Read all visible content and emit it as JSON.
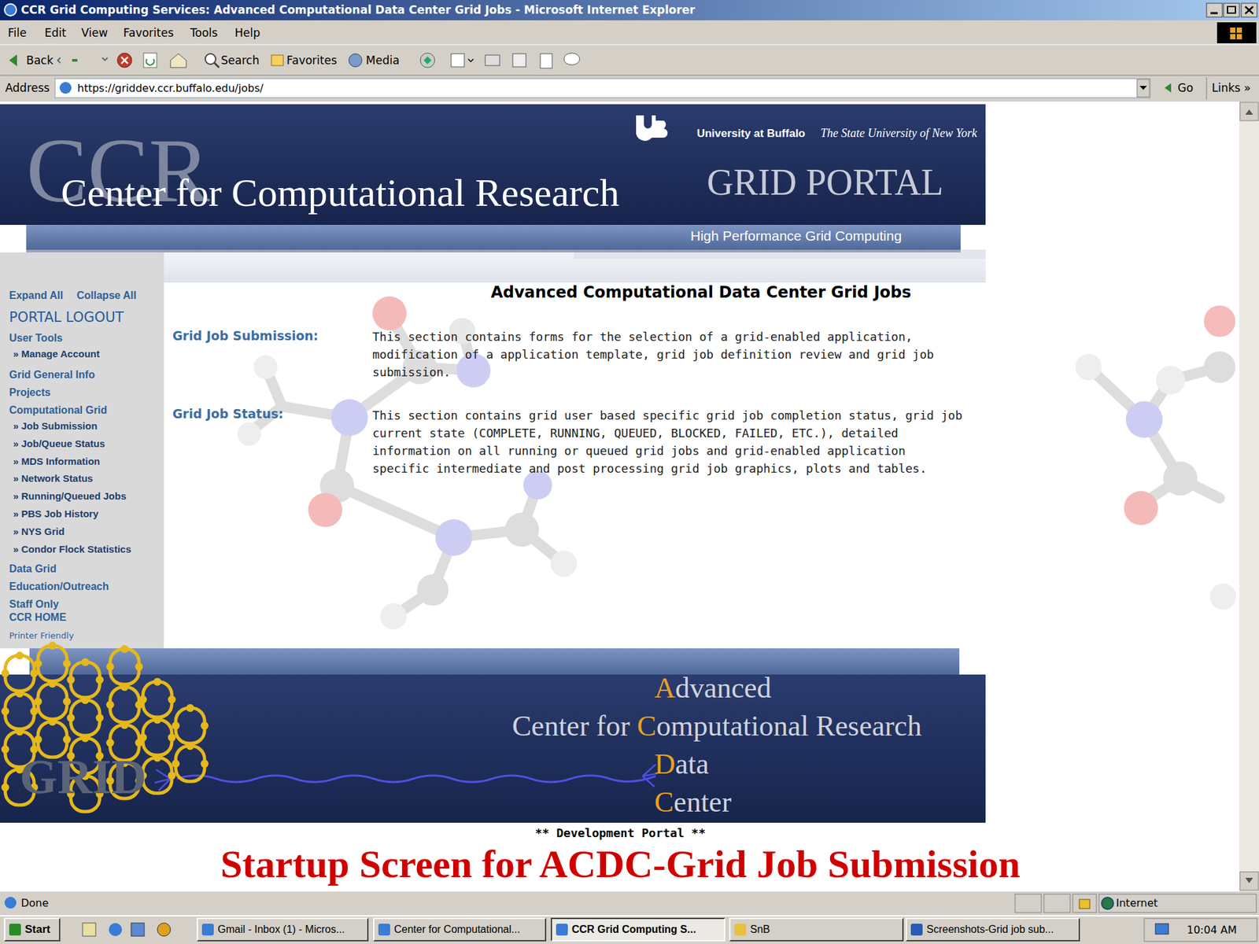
{
  "diagram": {
    "title": "CCR Grid Computing Services: Advanced Computational Data Center Grid Jobs - Microsoft Internet Explorer",
    "caption": "Startup Screen for ACDC-Grid Job Submission",
    "nodes": [
      {
        "text": [
          "Start"
        ]
      },
      {
        "text": [
          "Gmail - Inbox (1) - Micros..."
        ]
      },
      {
        "text": [
          "Center for Computational..."
        ]
      },
      {
        "text": [
          "CCR Grid Computing S..."
        ]
      },
      {
        "text": [
          "SnB"
        ]
      },
      {
        "text": [
          "Screenshots-Grid job sub..."
        ]
      }
    ],
    "labels": [
      "File",
      "Edit",
      "View",
      "Favorites",
      "Tools",
      "Help",
      "Back",
      "Search",
      "Favorites",
      "Media",
      "Address",
      "https://griddev.ccr.buffalo.edu/jobs/",
      "Go",
      "Links »",
      "University at Buffalo",
      "The State University of New York",
      "CCR",
      "Center for Computational Research",
      "GRID PORTAL",
      "High Performance Grid Computing",
      "Expand All",
      "Collapse All",
      "PORTAL LOGOUT",
      "User Tools",
      "» Manage Account",
      "Grid General Info",
      "Projects",
      "Computational Grid",
      "» Job Submission",
      "» Job/Queue Status",
      "» MDS Information",
      "» Network Status",
      "» Running/Queued Jobs",
      "» PBS Job History",
      "» NYS Grid",
      "» Condor Flock Statistics",
      "Data Grid",
      "Education/Outreach",
      "Staff Only",
      "CCR HOME",
      "Printer Friendly",
      "Advanced Computational Data Center Grid Jobs",
      "Grid Job Submission:",
      "This section contains forms for the selection of a grid-enabled application, modification of a application template, grid job definition review and grid job submission.",
      "Grid Job Status:",
      "This section contains grid user based specific grid job completion status, grid job current state (COMPLETE, RUNNING, QUEUED, BLOCKED, FAILED, ETC.), detailed information on all running or queued grid jobs and grid-enabled application specific intermediate and post processing grid job graphics, plots and tables.",
      "Advanced",
      "Center for Computational Research",
      "Data",
      "Center",
      "GRID",
      "** Development Portal **",
      "Done",
      "Internet",
      "10:04 AM"
    ]
  }
}
